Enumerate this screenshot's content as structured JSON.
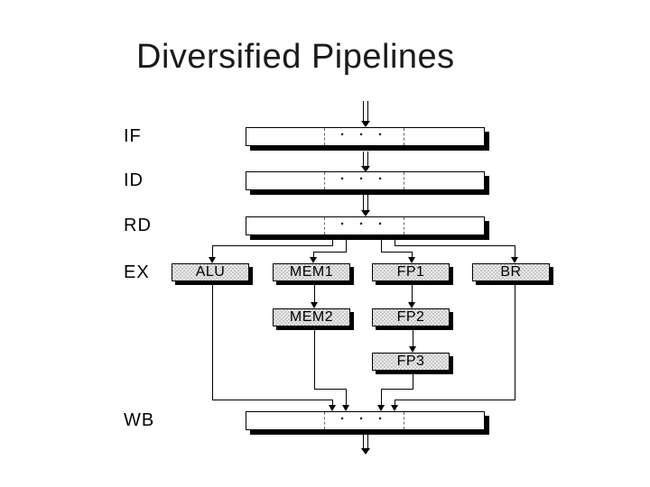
{
  "slide": {
    "title": "Diversified Pipelines",
    "background_color": "#ffffff",
    "title_color": "#1a1a1a"
  },
  "diagram": {
    "type": "processor-pipeline-diagram",
    "stages": [
      {
        "label": "IF"
      },
      {
        "label": "ID"
      },
      {
        "label": "RD"
      },
      {
        "label": "EX"
      },
      {
        "label": "WB"
      }
    ],
    "pipeline_bar_ellipsis": "···",
    "execution_units": [
      {
        "label": "ALU"
      },
      {
        "label": "MEM1"
      },
      {
        "label": "FP1"
      },
      {
        "label": "BR"
      },
      {
        "label": "MEM2"
      },
      {
        "label": "FP2"
      },
      {
        "label": "FP3"
      }
    ],
    "line_color": "#000000",
    "unit_fill_color": "#ececec",
    "unit_pattern_color": "#c6c6c6"
  }
}
